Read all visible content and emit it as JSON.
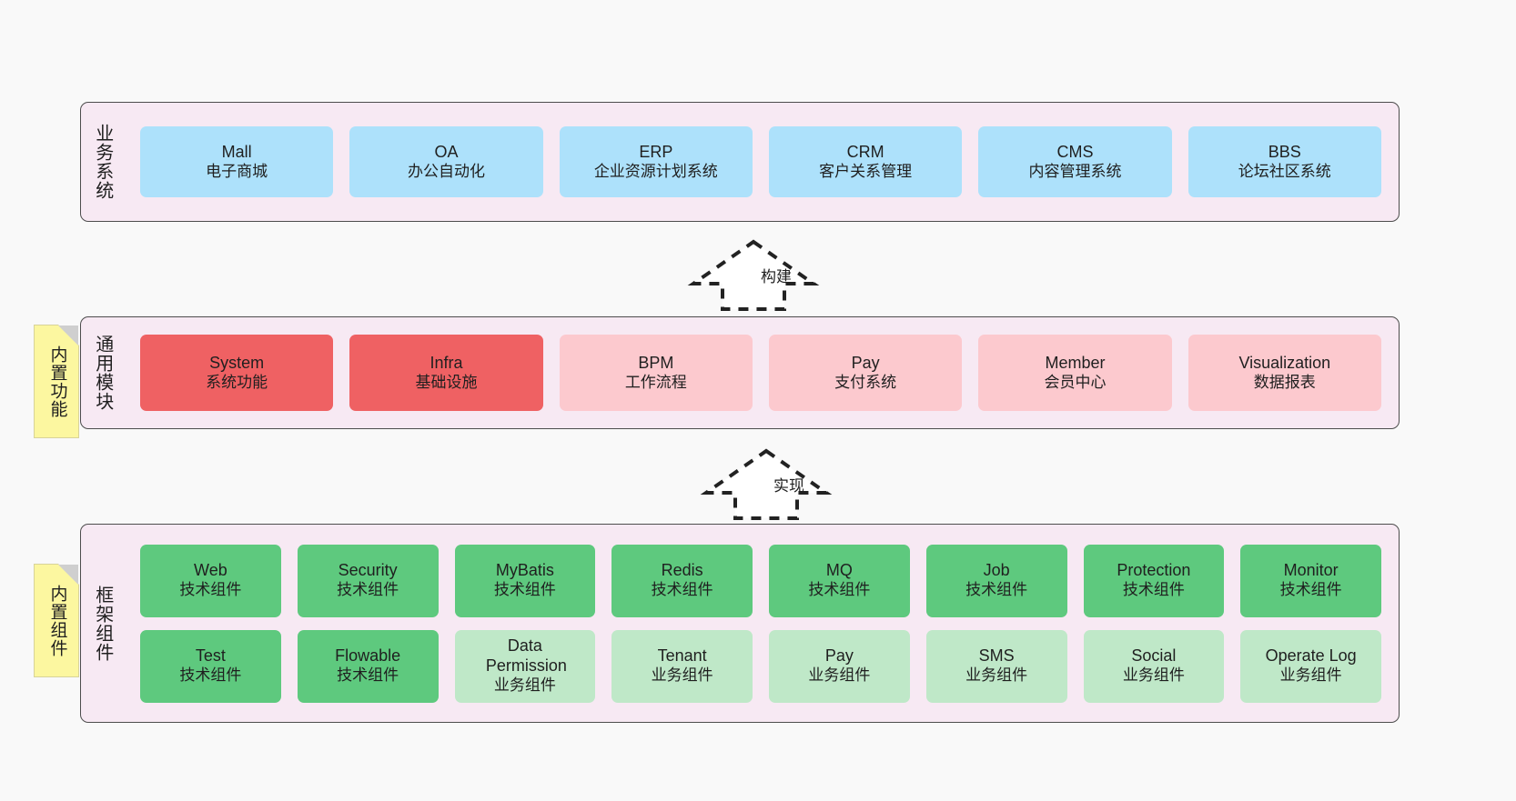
{
  "diagram": {
    "background_color": "#f9f9f9",
    "layer_fill": "#f7e9f3",
    "layer_border": "#4d4d4d",
    "note_fill": "#fcf7a0"
  },
  "layers": [
    {
      "id": "business-system",
      "title": "业务系统",
      "card_color": "#ade1fb",
      "cards": [
        {
          "en": "Mall",
          "cn": "电子商城"
        },
        {
          "en": "OA",
          "cn": "办公自动化"
        },
        {
          "en": "ERP",
          "cn": "企业资源计划系统"
        },
        {
          "en": "CRM",
          "cn": "客户关系管理"
        },
        {
          "en": "CMS",
          "cn": "内容管理系统"
        },
        {
          "en": "BBS",
          "cn": "论坛社区系统"
        }
      ]
    },
    {
      "id": "common-module",
      "title": "通用模块",
      "note": "内置功能",
      "card_color_strong": "#ef6163",
      "card_color_light": "#fcc9ce",
      "cards": [
        {
          "en": "System",
          "cn": "系统功能",
          "tone": "strong"
        },
        {
          "en": "Infra",
          "cn": "基础设施",
          "tone": "strong"
        },
        {
          "en": "BPM",
          "cn": "工作流程",
          "tone": "light"
        },
        {
          "en": "Pay",
          "cn": "支付系统",
          "tone": "light"
        },
        {
          "en": "Member",
          "cn": "会员中心",
          "tone": "light"
        },
        {
          "en": "Visualization",
          "cn": "数据报表",
          "tone": "light"
        }
      ]
    },
    {
      "id": "framework-component",
      "title": "框架组件",
      "note": "内置组件",
      "card_color_strong": "#5ec97e",
      "card_color_light": "#bfe8c8",
      "rows": [
        [
          {
            "en": "Web",
            "cn": "技术组件",
            "tone": "strong"
          },
          {
            "en": "Security",
            "cn": "技术组件",
            "tone": "strong"
          },
          {
            "en": "MyBatis",
            "cn": "技术组件",
            "tone": "strong"
          },
          {
            "en": "Redis",
            "cn": "技术组件",
            "tone": "strong"
          },
          {
            "en": "MQ",
            "cn": "技术组件",
            "tone": "strong"
          },
          {
            "en": "Job",
            "cn": "技术组件",
            "tone": "strong"
          },
          {
            "en": "Protection",
            "cn": "技术组件",
            "tone": "strong"
          },
          {
            "en": "Monitor",
            "cn": "技术组件",
            "tone": "strong"
          }
        ],
        [
          {
            "en": "Test",
            "cn": "技术组件",
            "tone": "strong"
          },
          {
            "en": "Flowable",
            "cn": "技术组件",
            "tone": "strong"
          },
          {
            "en": "Data Permission",
            "cn": "业务组件",
            "tone": "light"
          },
          {
            "en": "Tenant",
            "cn": "业务组件",
            "tone": "light"
          },
          {
            "en": "Pay",
            "cn": "业务组件",
            "tone": "light"
          },
          {
            "en": "SMS",
            "cn": "业务组件",
            "tone": "light"
          },
          {
            "en": "Social",
            "cn": "业务组件",
            "tone": "light"
          },
          {
            "en": "Operate Log",
            "cn": "业务组件",
            "tone": "light"
          }
        ]
      ]
    }
  ],
  "connectors": [
    {
      "id": "build",
      "label": "构建"
    },
    {
      "id": "implement",
      "label": "实现"
    }
  ]
}
